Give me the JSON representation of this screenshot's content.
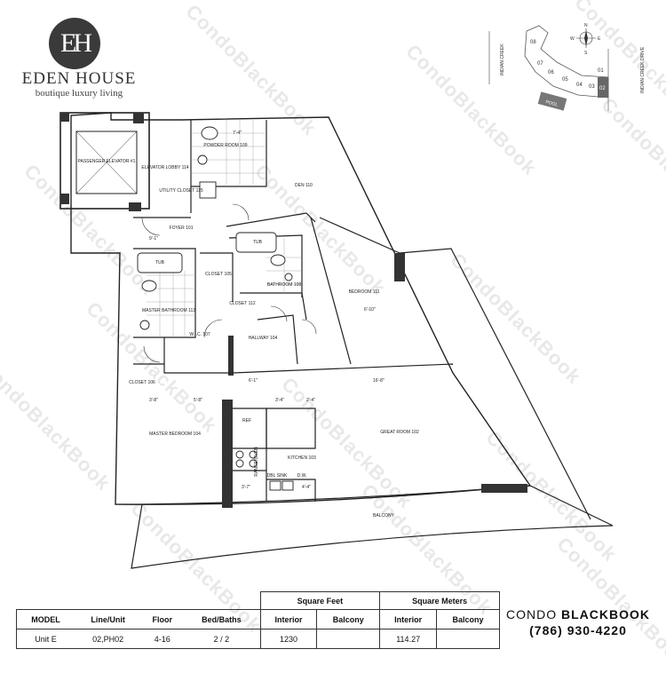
{
  "brand": {
    "logo_monogram": "EH",
    "name": "EDEN HOUSE",
    "tagline": "boutique luxury living"
  },
  "watermark": "CondoBlackBook",
  "keyplan": {
    "units": [
      "08",
      "07",
      "06",
      "05",
      "04",
      "03",
      "02",
      "01"
    ],
    "highlighted_unit": "02",
    "pool_label": "POOL",
    "street_left": "INDIAN CREEK",
    "street_right": "INDIAN CREEK DRIVE",
    "compass": [
      "N",
      "S",
      "E",
      "W"
    ]
  },
  "rooms": {
    "passenger_elevator": "PASSENGER ELEVATOR #1",
    "elevator_lobby": "ELEVATOR LOBBY 114",
    "powder_room": "POWDER ROOM 109",
    "utility_closet": "UTILITY CLOSET 115",
    "foyer": "FOYER 101",
    "den": "DEN 110",
    "tub1": "TUB",
    "bathroom": "BATHROOM 108",
    "bedroom": "BEDROOM 111",
    "tub2": "TUB",
    "closet_a": "CLOSET 105",
    "closet_b": "CLOSET 112",
    "master_bathroom": "MASTER BATHROOM 113",
    "wic": "W.I.C. 107",
    "hallway": "HALLWAY 104",
    "closet_c": "CLOSET 106",
    "master_bedroom": "MASTER BEDROOM 104",
    "ref": "REF",
    "range_oven": "RANGE/OVEN",
    "dbl_sink": "DBL SINK",
    "dw": "D.W.",
    "kitchen": "KITCHEN 103",
    "great_room": "GREAT ROOM 102",
    "balcony": "BALCONY"
  },
  "dimensions": {
    "d1": "7'-4\"",
    "d2": "9'-1\"",
    "d3": "16'-8\"",
    "d4": "3'-8\"",
    "d5": "5'-8\"",
    "d6": "3'-4\"",
    "d7": "2'-4\"",
    "d8": "3'-7\"",
    "d9": "4'-4\"",
    "d10": "6'-10\"",
    "d11": "6'-1\""
  },
  "spec_table": {
    "group_headers": {
      "sqft": "Square Feet",
      "sqm": "Square Meters"
    },
    "headers": [
      "MODEL",
      "Line/Unit",
      "Floor",
      "Bed/Baths",
      "Interior",
      "Balcony",
      "Interior",
      "Balcony"
    ],
    "row": [
      "Unit E",
      "02,PH02",
      "4-16",
      "2 / 2",
      "1230",
      "",
      "114.27",
      ""
    ]
  },
  "contact": {
    "brand_prefix": "CONDO ",
    "brand_suffix": "BLACKBOOK",
    "phone": "(786) 930-4220"
  }
}
